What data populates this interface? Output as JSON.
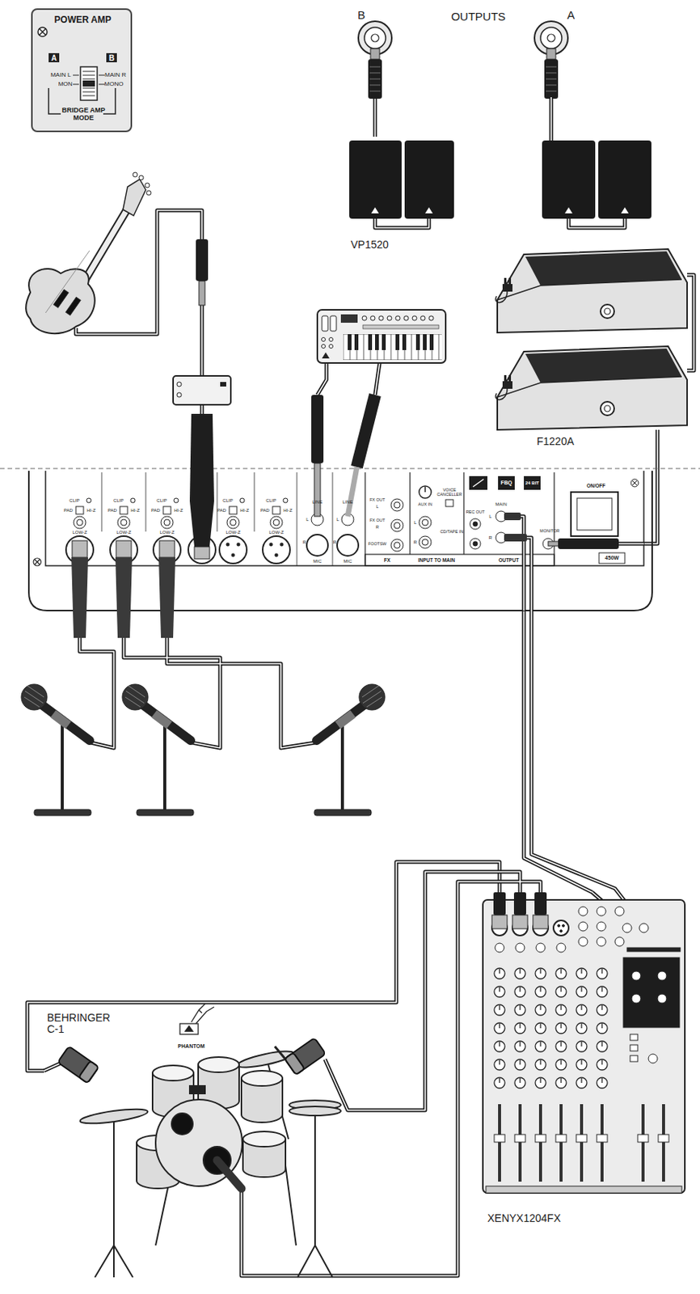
{
  "diagram": {
    "nodes": [
      {
        "text": [
          "POWER AMP"
        ]
      },
      {
        "text": [
          "BRIDGE AMP MODE"
        ],
        "in": 0
      },
      {
        "text": [
          "B"
        ]
      },
      {
        "text": [
          "A"
        ]
      },
      {
        "text": [
          "VP1520"
        ]
      },
      {
        "text": [
          "F1220A"
        ]
      },
      {
        "text": [
          "FX",
          "INPUT TO MAIN",
          "OUTPUT"
        ]
      },
      {
        "text": [
          "XENYX1204FX"
        ]
      },
      {
        "text": [
          "BEHRINGER C-1"
        ]
      }
    ],
    "edges": [
      {
        "from": 2,
        "to": 4,
        "arrow": "none"
      },
      {
        "from": 6,
        "to": 5,
        "arrow": "none"
      },
      {
        "from": 6,
        "to": 7,
        "arrow": "none"
      },
      {
        "from": 8,
        "to": 7,
        "arrow": "none"
      }
    ],
    "labels": [
      "OUTPUTS",
      "A",
      "B",
      "MAIN L",
      "MON",
      "MAIN R",
      "MONO",
      "PHANTOM",
      "CLIP",
      "PAD",
      "HI-Z",
      "LOW-Z",
      "CLIP",
      "PAD",
      "HI-Z",
      "LOW-Z",
      "CLIP",
      "PAD",
      "HI-Z",
      "LOW-Z",
      "CLIP",
      "PAD",
      "HI-Z",
      "LOW-Z",
      "CLIP",
      "PAD",
      "HI-Z",
      "LOW-Z",
      "LINE",
      "L",
      "R",
      "MIC",
      "LINE",
      "L",
      "R",
      "MIC",
      "FX OUT",
      "L",
      "FX OUT",
      "R",
      "FOOTSW",
      "AUX IN",
      "L",
      "R",
      "VOICE CANCELLER",
      "REC OUT",
      "CD/TAPE IN",
      "MAIN",
      "L",
      "R",
      "MONITOR",
      "ON/OFF",
      "450W",
      "24 BIT",
      "FBQ"
    ]
  }
}
